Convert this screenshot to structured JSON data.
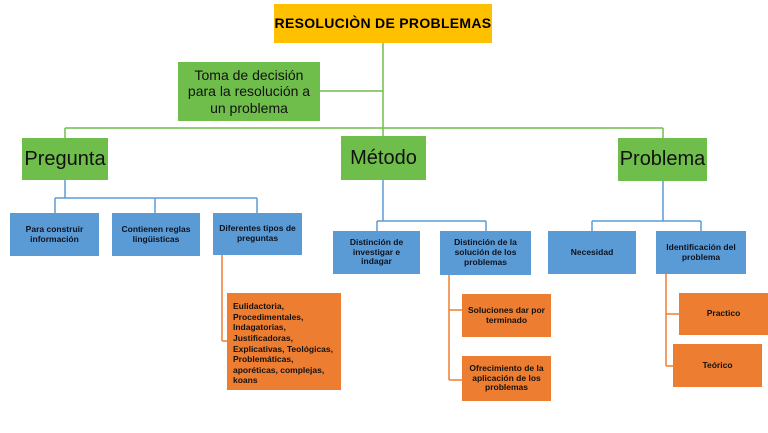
{
  "title": "RESOLUCIÒN DE PROBLEMAS",
  "decision": "Toma de decisión para la resolución a un problema",
  "branches": {
    "pregunta": {
      "label": "Pregunta",
      "children": [
        "Para construir información",
        "Contienen reglas lingüisticas",
        "Diferentes tipos de preguntas"
      ],
      "types": "Eulidactoria, Procedimentales, Indagatorias, Justificadoras, Explicativas, Teológicas, Problemáticas, aporéticas, complejas, koans"
    },
    "metodo": {
      "label": "Método",
      "children": [
        "Distinción de investigar e indagar",
        "Distinción de la solución de los problemas"
      ],
      "sub": [
        "Soluciones dar por terminado",
        "Ofrecimiento de la aplicación de los problemas"
      ]
    },
    "problema": {
      "label": "Problema",
      "children": [
        "Necesidad",
        "Identificación del problema"
      ],
      "sub": [
        "Practico",
        "Teórico"
      ]
    }
  },
  "colors": {
    "title": "#ffc000",
    "level1": "#6fbe4b",
    "level2": "#5b9bd5",
    "level3": "#ed7d31",
    "connector_green": "#6fbe4b",
    "connector_blue": "#5b9bd5",
    "connector_orange": "#ed7d31"
  }
}
